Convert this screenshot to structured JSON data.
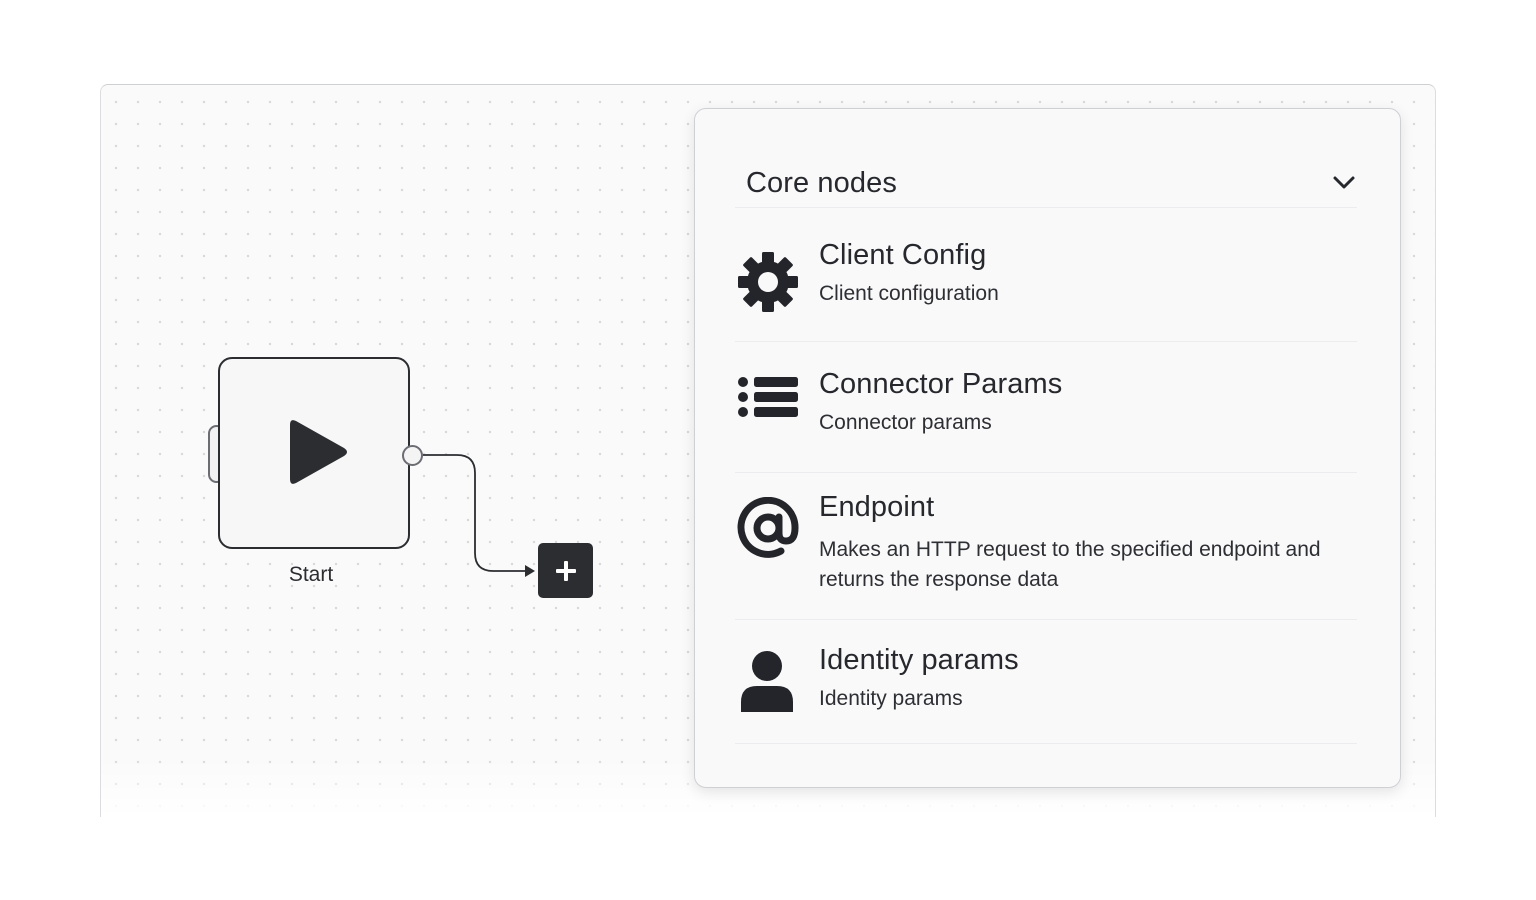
{
  "canvas": {
    "start_node": {
      "label": "Start",
      "icon": "play-icon"
    },
    "add_button": {
      "icon": "plus-icon"
    }
  },
  "panel": {
    "title": "Core nodes",
    "collapse_icon": "chevron-down-icon",
    "items": [
      {
        "title": "Client Config",
        "description": "Client configuration",
        "icon": "gear-icon"
      },
      {
        "title": "Connector Params",
        "description": "Connector params",
        "icon": "list-icon"
      },
      {
        "title": "Endpoint",
        "description": "Makes an HTTP request to the specified endpoint and returns the response data",
        "icon": "at-sign-icon"
      },
      {
        "title": "Identity params",
        "description": "Identity params",
        "icon": "user-icon"
      }
    ]
  },
  "colors": {
    "ink": "#2b2d31",
    "canvas_bg": "#fafafa",
    "panel_bg": "#f9f9f9",
    "border": "#cfd0d4"
  }
}
